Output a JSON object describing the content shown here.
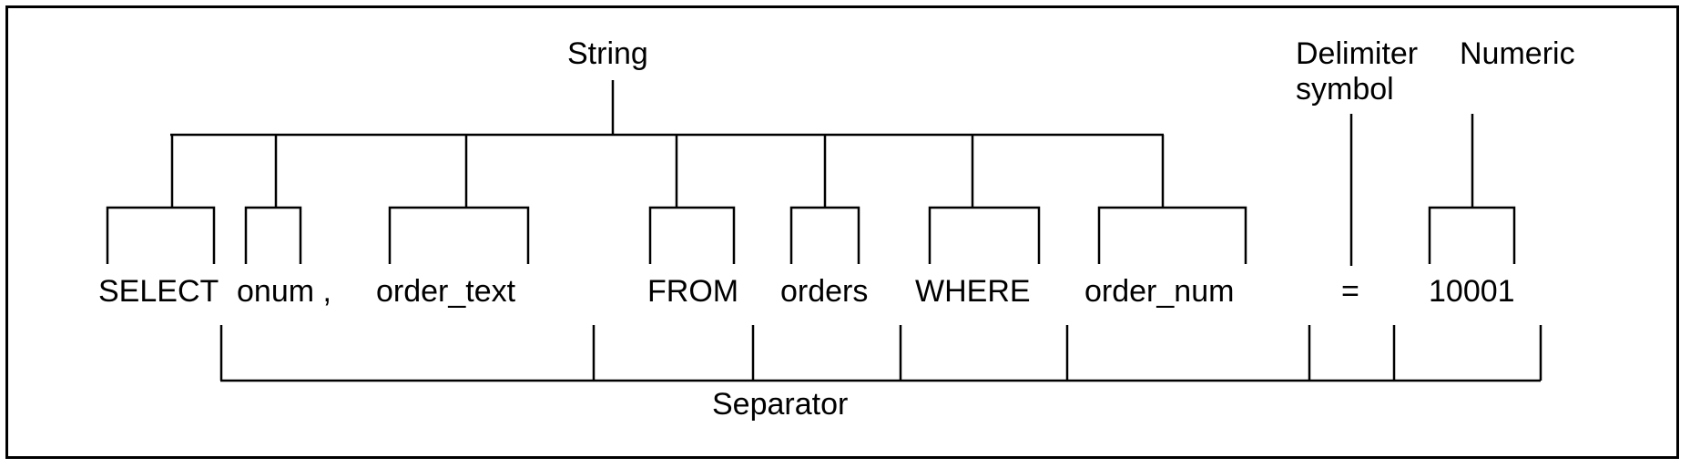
{
  "labels": {
    "string": "String",
    "delimiter_line1": "Delimiter",
    "delimiter_line2": "symbol",
    "numeric": "Numeric",
    "separator": "Separator"
  },
  "tokens": {
    "select": "SELECT",
    "onum": "onum ,",
    "order_text": "order_text",
    "from": "FROM",
    "orders": "orders",
    "where": "WHERE",
    "order_num": "order_num",
    "equals": "=",
    "value": "10001"
  }
}
